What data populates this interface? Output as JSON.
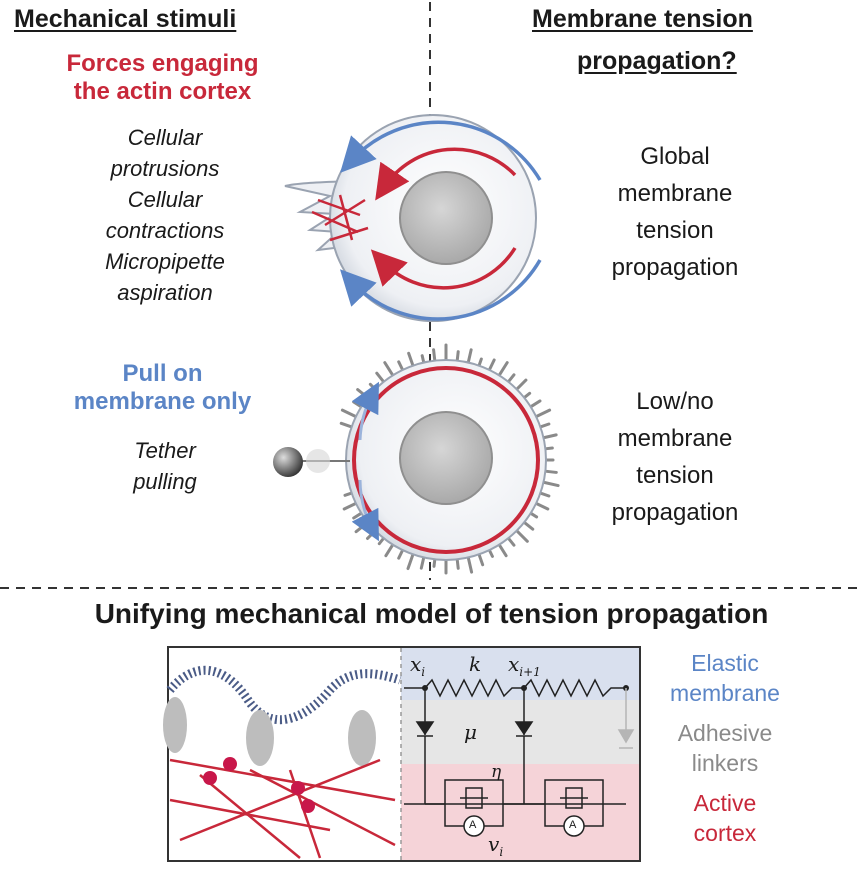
{
  "left_header": "Mechanical stimuli",
  "right_header_line1": "Membrane tension",
  "right_header_line2": "propagation?",
  "cortex_forces_line1": "Forces engaging",
  "cortex_forces_line2": "the actin cortex",
  "stimuli_top": [
    "Cellular",
    "protrusions",
    "Cellular",
    "contractions",
    "Micropipette",
    "aspiration"
  ],
  "global_label": [
    "Global",
    "membrane",
    "tension",
    "propagation"
  ],
  "pull_line1": "Pull on",
  "pull_line2": "membrane only",
  "tether_line1": "Tether",
  "tether_line2": "pulling",
  "low_label": [
    "Low/no",
    "membrane",
    "tension",
    "propagation"
  ],
  "model_title": "Unifying mechanical model of tension propagation",
  "symbols": {
    "x_i": "x",
    "x_i_sub": "i",
    "x_i1": "x",
    "x_i1_sub": "i+1",
    "k": "k",
    "mu": "μ",
    "eta": "η",
    "v_i": "v",
    "v_i_sub": "i",
    "A": "A"
  },
  "legend": {
    "membrane": [
      "Elastic",
      "membrane"
    ],
    "linkers": [
      "Adhesive",
      "linkers"
    ],
    "cortex": [
      "Active",
      "cortex"
    ]
  },
  "colors": {
    "red": "#c8283a",
    "blue": "#5b85c6",
    "gray": "#8a8a8a",
    "band_blue": "#d9e0ee",
    "band_gray": "#e6e6e6",
    "band_pink": "#f5d3d8"
  }
}
